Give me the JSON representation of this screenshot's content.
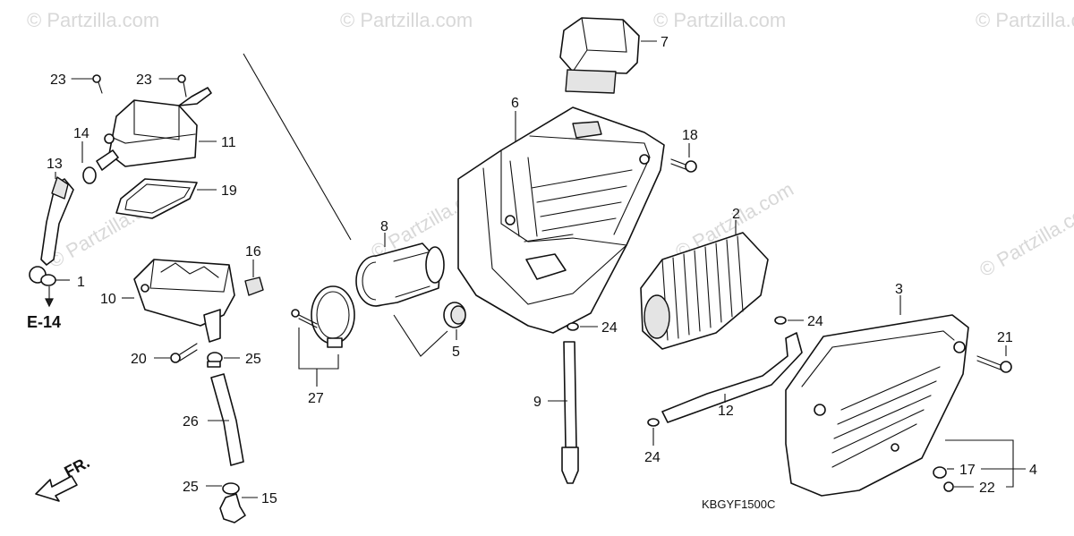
{
  "diagram_code": "KBGYF1500C",
  "reference_label": "E-14",
  "direction_label": "FR.",
  "watermark_text": "© Partzilla.com",
  "callouts": [
    "1",
    "2",
    "3",
    "4",
    "5",
    "6",
    "7",
    "8",
    "9",
    "10",
    "11",
    "12",
    "13",
    "14",
    "15",
    "16",
    "17",
    "18",
    "19",
    "20",
    "21",
    "22",
    "23",
    "23",
    "24",
    "24",
    "24",
    "25",
    "25",
    "26",
    "27"
  ],
  "colors": {
    "line": "#111111",
    "background": "#ffffff",
    "watermark": "#d8d8d8"
  }
}
